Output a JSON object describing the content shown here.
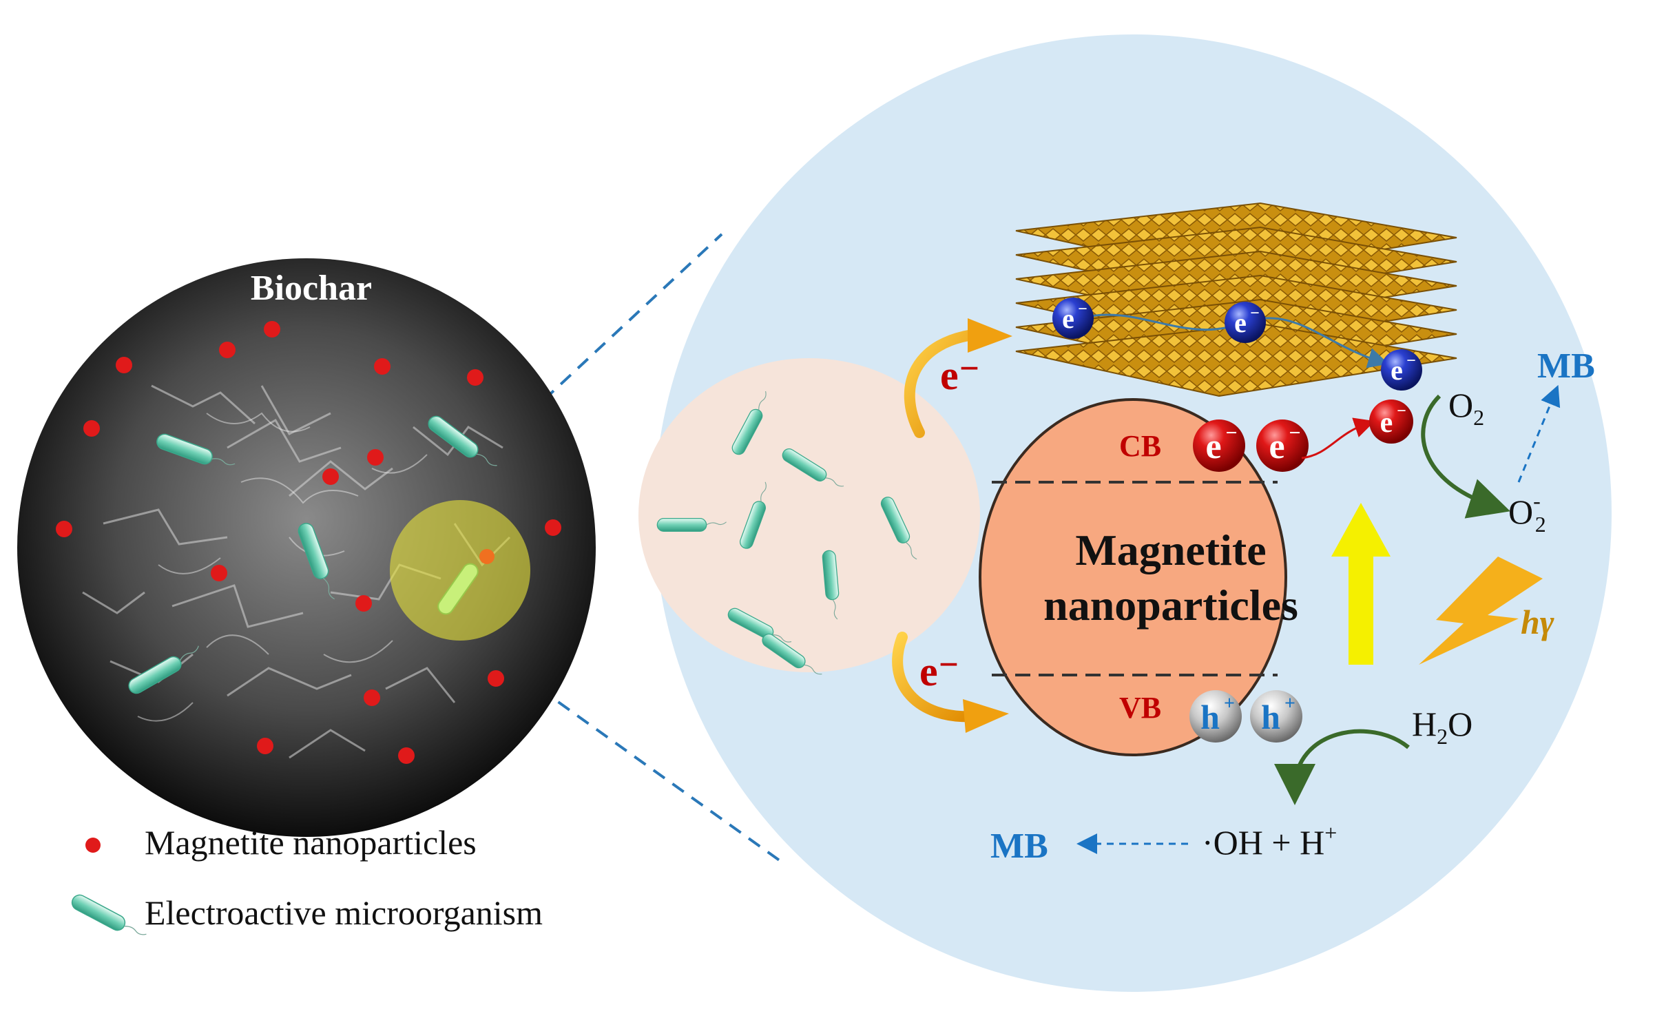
{
  "left_panel": {
    "title": "Biochar",
    "legend": {
      "nanoparticles": "Magnetite nanoparticles",
      "microorganism": "Electroactive microorganism"
    }
  },
  "mechanism": {
    "electron_label": "e⁻",
    "electron_symbol": "e",
    "electron_charge": "−",
    "hole_symbol": "h",
    "hole_charge": "+",
    "cb_label": "CB",
    "vb_label": "VB",
    "particle_title_line1": "Magnetite",
    "particle_title_line2": "nanoparticles",
    "light_label": "hγ",
    "o2": "O",
    "o2_sub": "2",
    "superoxide": "O",
    "superoxide_sup": "-",
    "superoxide_sub": "2",
    "mb_top": "MB",
    "h2o_h": "H",
    "h2o_sub": "2",
    "h2o_o": "O",
    "oh_products": "·OH + H",
    "oh_sup": "+",
    "mb_bottom": "MB"
  },
  "colors": {
    "bubble_bg": "#d6e8f5",
    "microbe_zone": "#f6e4da",
    "particle_fill": "#f7a880",
    "electron_red": "#c00000",
    "mb_blue": "#1a74c4",
    "sheet_gold": "#d9a017",
    "light_gold": "#f5b01b",
    "bacteria": "#6ed0b4"
  }
}
